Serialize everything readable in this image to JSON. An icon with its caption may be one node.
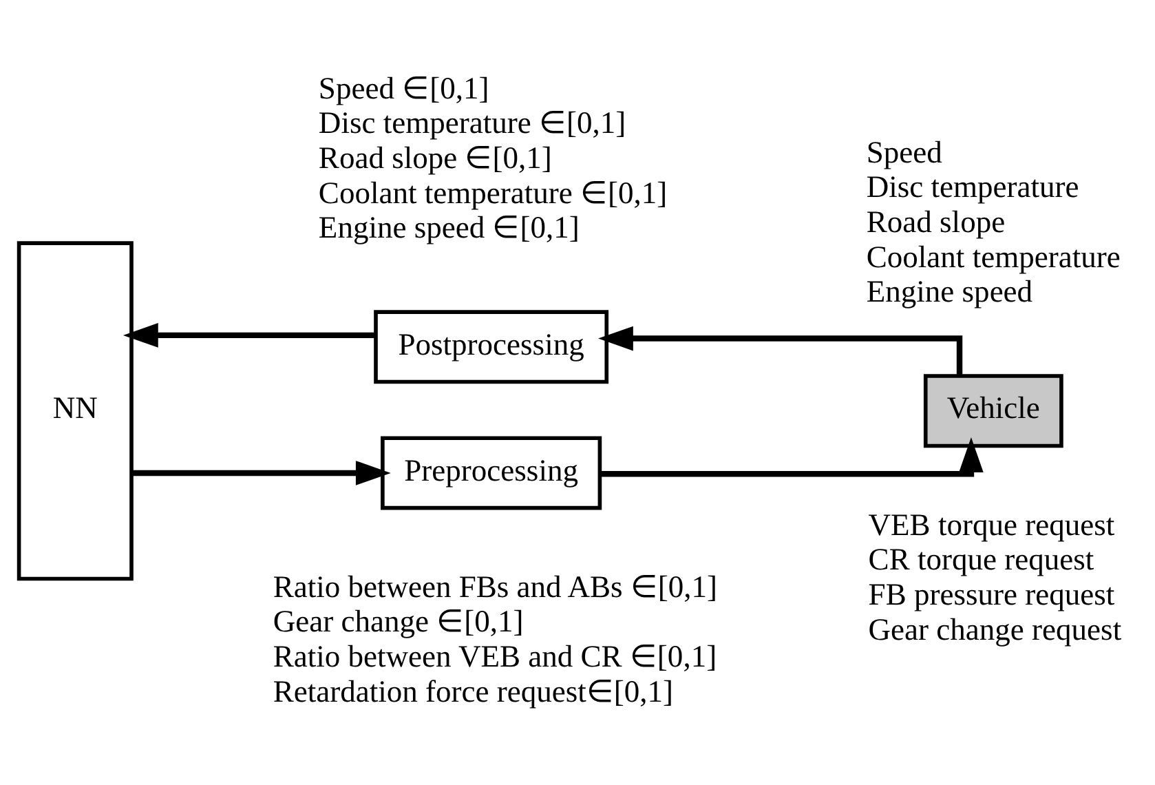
{
  "diagram": {
    "nodes": [
      {
        "text": [
          "NN"
        ]
      },
      {
        "text": [
          "Postprocessing"
        ]
      },
      {
        "text": [
          "Preprocessing"
        ]
      },
      {
        "text": [
          "Vehicle"
        ]
      }
    ],
    "edges": [
      {
        "from": 3,
        "to": 1,
        "arrow": "to"
      },
      {
        "from": 1,
        "to": 0,
        "arrow": "to"
      },
      {
        "from": 0,
        "to": 2,
        "arrow": "to"
      },
      {
        "from": 2,
        "to": 3,
        "arrow": "to"
      }
    ],
    "labels": [
      "Speed ∈[0,1]",
      "Disc temperature ∈[0,1]",
      "Road slope ∈[0,1]",
      "Coolant temperature ∈[0,1]",
      "Engine speed ∈[0,1]",
      "Speed",
      "Disc temperature",
      "Road slope",
      "Coolant temperature",
      "Engine speed",
      "Ratio between FBs and ABs ∈[0,1]",
      "Gear change ∈[0,1]",
      "Ratio between VEB and CR ∈[0,1]",
      "Retardation force request∈[0,1]",
      "VEB torque request",
      "CR torque request",
      "FB pressure request",
      "Gear change request"
    ]
  }
}
